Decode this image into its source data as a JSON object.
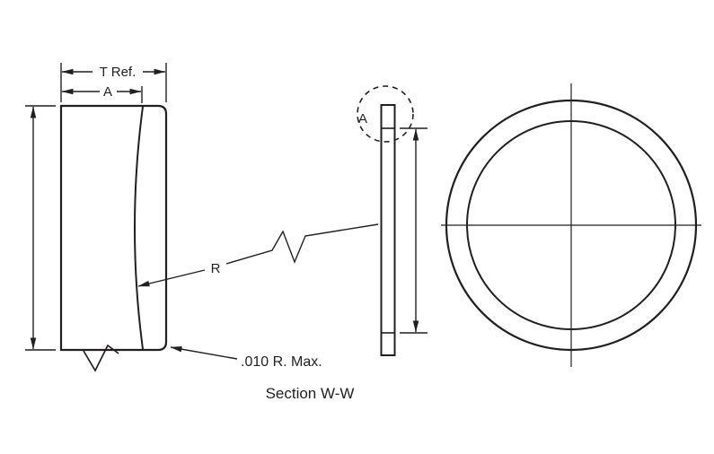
{
  "drawing": {
    "labels": {
      "thickness_ref": "T Ref.",
      "dim_a": "A",
      "radius": "R",
      "corner_note": ".010 R. Max.",
      "caption": "Section W-W",
      "detail_callout": "A"
    },
    "colors": {
      "line": "#231f20",
      "background": "#ffffff"
    }
  }
}
